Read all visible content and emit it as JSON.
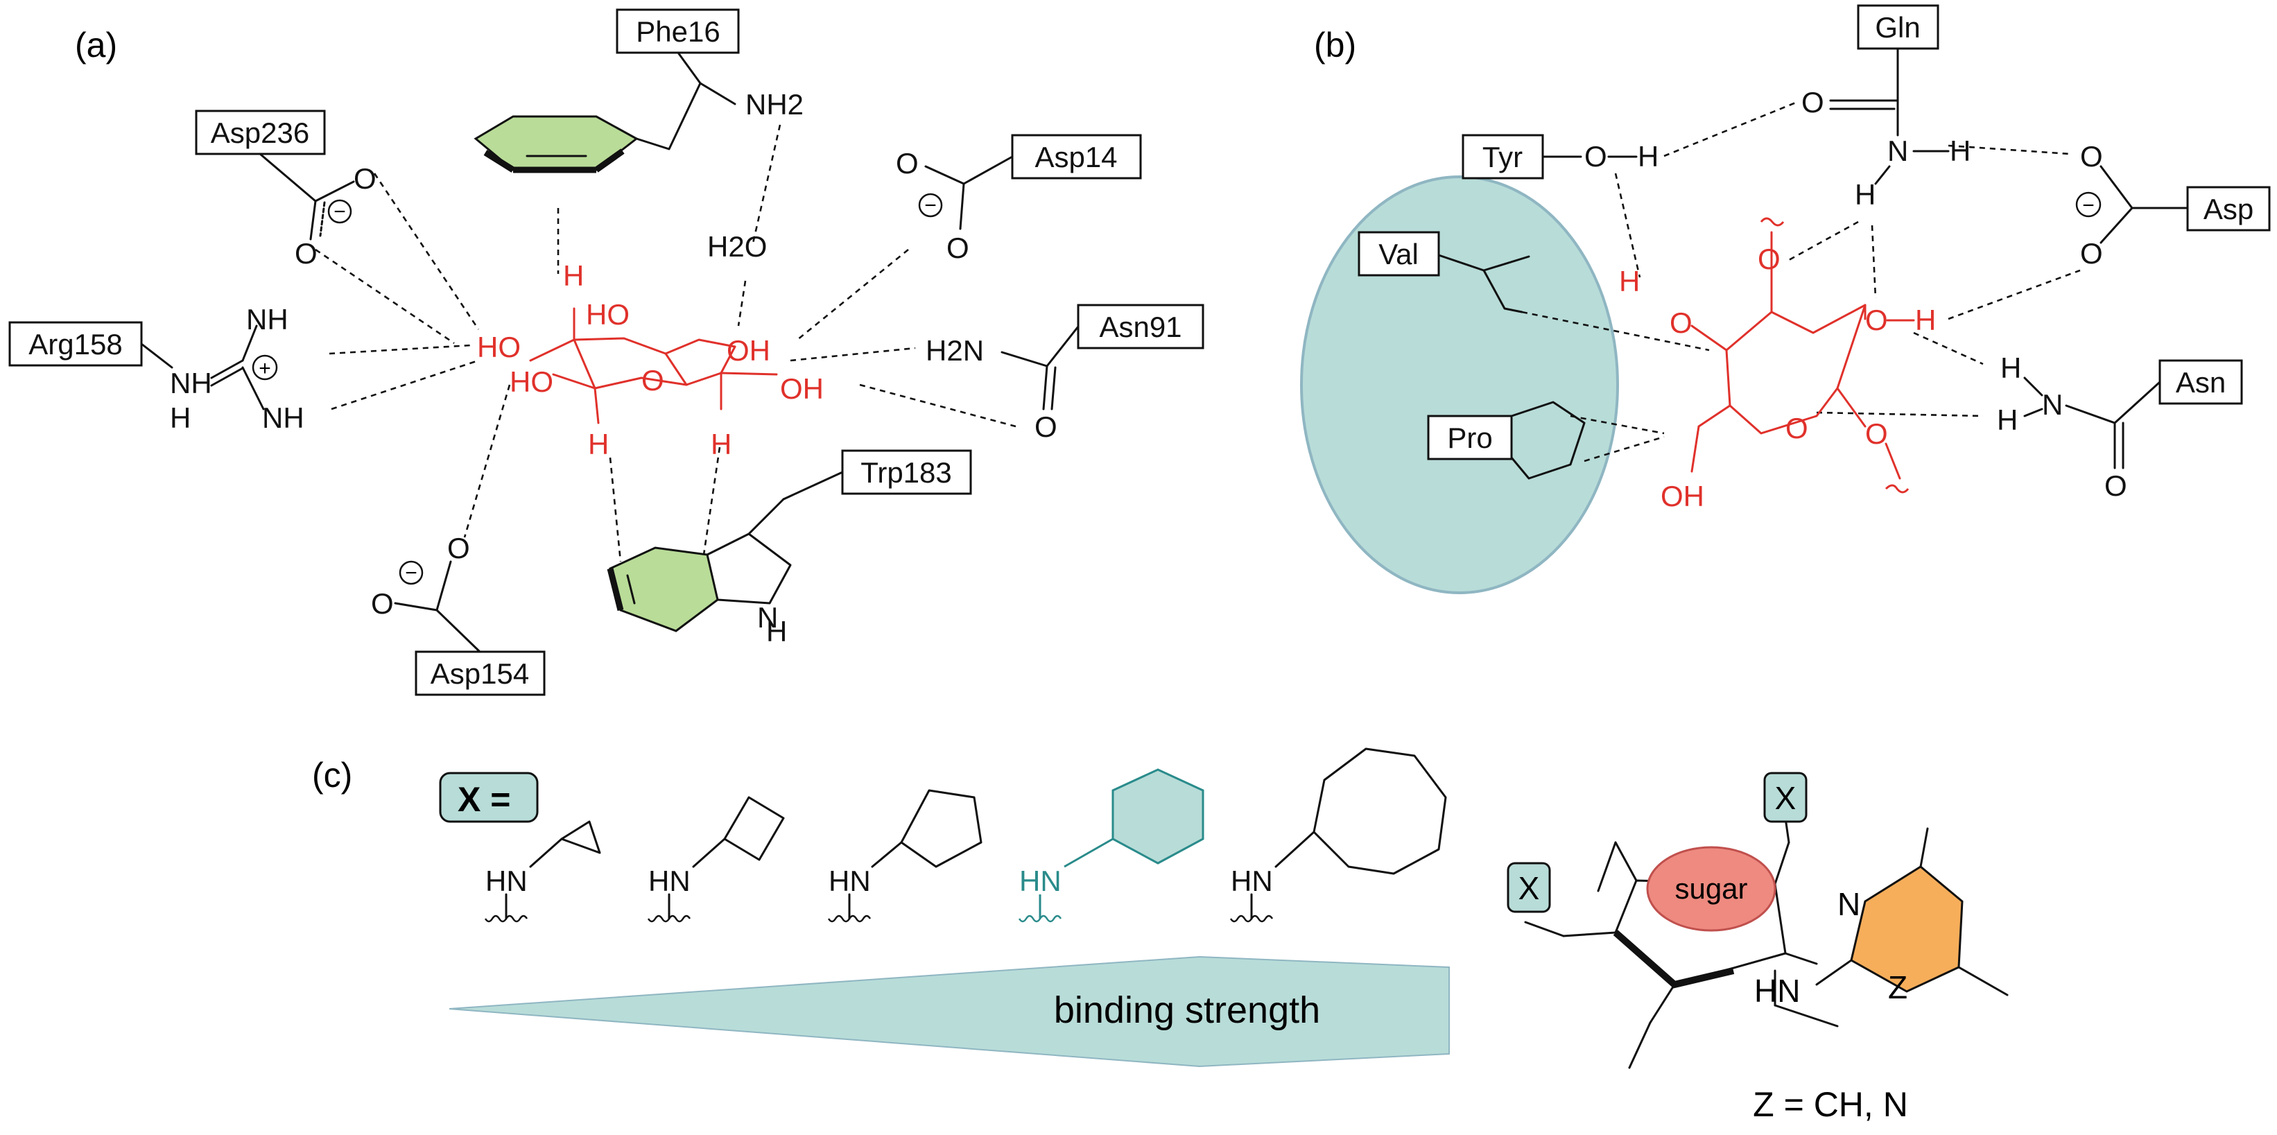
{
  "panels": {
    "a": {
      "label": "(a)",
      "residues": {
        "phe16": "Phe16",
        "asp236": "Asp236",
        "asp14": "Asp14",
        "arg158": "Arg158",
        "asn91": "Asn91",
        "trp183": "Trp183",
        "asp154": "Asp154"
      },
      "atoms": {
        "nh2": "NH2",
        "water": "H2O",
        "h2n": "H2N",
        "nh": "NH",
        "hn": "H",
        "ho": "HO",
        "oh": "OH",
        "o": "O",
        "h": "H",
        "minus": "−",
        "plus": "+"
      }
    },
    "b": {
      "label": "(b)",
      "residues": {
        "gln": "Gln",
        "tyr": "Tyr",
        "asp": "Asp",
        "val": "Val",
        "pro": "Pro",
        "asn": "Asn"
      },
      "atoms": {
        "o": "O",
        "h": "H",
        "n": "N",
        "oh": "OH",
        "minus": "−"
      }
    },
    "c": {
      "label": "(c)",
      "x_label": "X =",
      "hn": "HN",
      "arrow_label": "binding strength",
      "sugar": "sugar",
      "x": "X",
      "n": "N",
      "z": "Z",
      "z_definition": "Z = CH, N"
    }
  },
  "colors": {
    "sugar_red": "#e0312b",
    "highlight_teal": "#b8dcd8",
    "phenyl_green": "#b9dc98",
    "pyridine_orange": "#f7ae5a",
    "sugar_oval": "#ee8a80"
  }
}
